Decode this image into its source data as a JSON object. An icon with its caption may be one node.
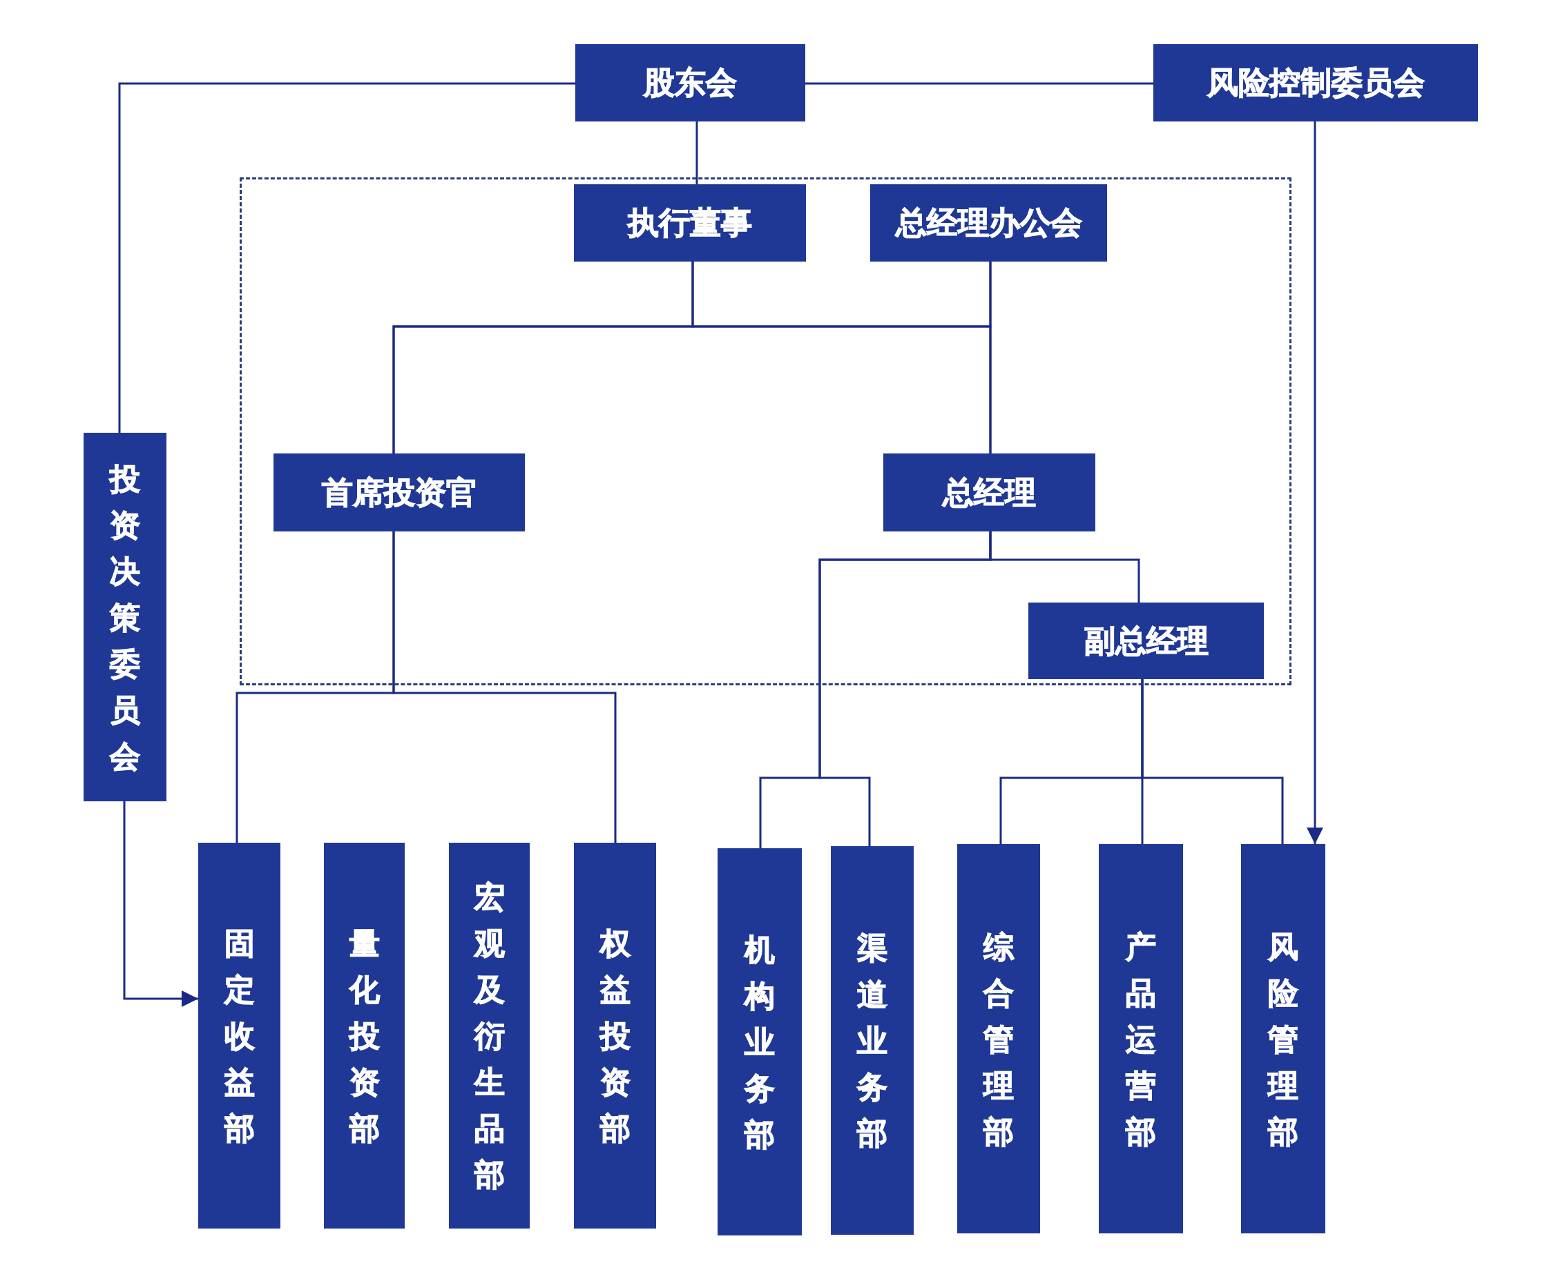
{
  "diagram": {
    "nodes": [
      {
        "text": [
          "股东会"
        ]
      },
      {
        "text": [
          "风险控制委员会"
        ]
      },
      {
        "text": [],
        "shape": "box"
      },
      {
        "text": [
          "执行董事"
        ],
        "in": 2
      },
      {
        "text": [
          "总经理办公会"
        ],
        "in": 2
      },
      {
        "text": [
          "投资决策委员会"
        ]
      },
      {
        "text": [
          "首席投资官"
        ],
        "in": 2
      },
      {
        "text": [
          "总经理"
        ],
        "in": 2
      },
      {
        "text": [
          "副总经理"
        ],
        "in": 2
      },
      {
        "text": [
          "固定收益部"
        ]
      },
      {
        "text": [
          "量化投资部"
        ]
      },
      {
        "text": [
          "宏观及衍生品部"
        ]
      },
      {
        "text": [
          "权益投资部"
        ]
      },
      {
        "text": [
          "机构业务部"
        ]
      },
      {
        "text": [
          "渠道业务部"
        ]
      },
      {
        "text": [
          "综合管理部"
        ]
      },
      {
        "text": [
          "产品运营部"
        ]
      },
      {
        "text": [
          "风险管理部"
        ]
      }
    ],
    "edges": [
      {
        "from": 0,
        "to": 5,
        "arrow": "none"
      },
      {
        "from": 0,
        "to": 1,
        "arrow": "none"
      },
      {
        "from": 0,
        "to": 3,
        "arrow": "none"
      },
      {
        "from": 3,
        "to": 6,
        "arrow": "none"
      },
      {
        "from": 3,
        "to": 7,
        "arrow": "none"
      },
      {
        "from": 4,
        "to": 6,
        "arrow": "none"
      },
      {
        "from": 4,
        "to": 7,
        "arrow": "none"
      },
      {
        "from": 6,
        "to": 9,
        "arrow": "none"
      },
      {
        "from": 6,
        "to": 12,
        "arrow": "none"
      },
      {
        "from": 7,
        "to": 8,
        "arrow": "none"
      },
      {
        "from": 7,
        "to": 13,
        "arrow": "none"
      },
      {
        "from": 7,
        "to": 14,
        "arrow": "none"
      },
      {
        "from": 8,
        "to": 15,
        "arrow": "none"
      },
      {
        "from": 8,
        "to": 16,
        "arrow": "none"
      },
      {
        "from": 8,
        "to": 17,
        "arrow": "none"
      },
      {
        "from": 1,
        "to": 17,
        "arrow": "to"
      },
      {
        "from": 5,
        "to": 9,
        "arrow": "to"
      }
    ]
  }
}
